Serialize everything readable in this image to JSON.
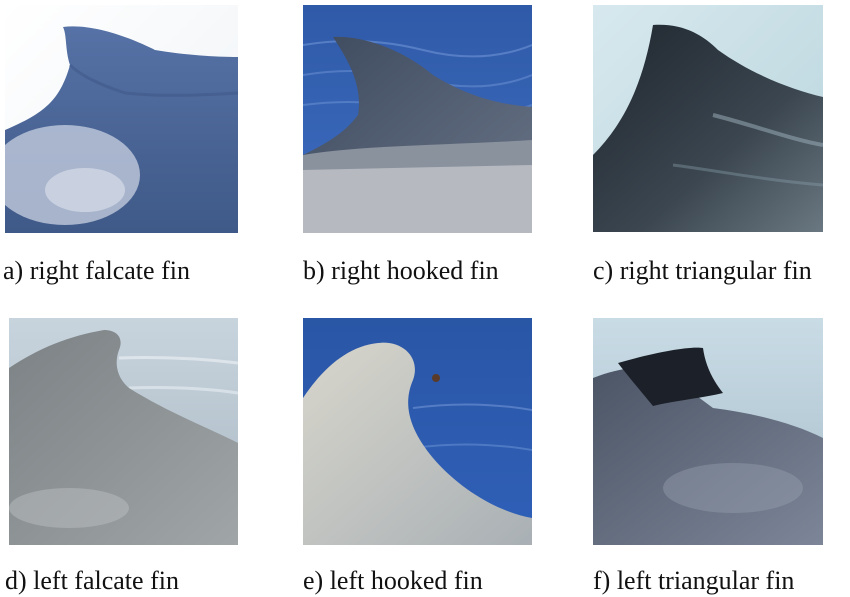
{
  "panels": [
    {
      "id": "a",
      "caption": "a) right falcate fin"
    },
    {
      "id": "b",
      "caption": "b) right hooked fin"
    },
    {
      "id": "c",
      "caption": "c) right triangular fin"
    },
    {
      "id": "d",
      "caption": "d) left falcate fin"
    },
    {
      "id": "e",
      "caption": "e) left hooked fin"
    },
    {
      "id": "f",
      "caption": "f) left triangular fin"
    }
  ]
}
